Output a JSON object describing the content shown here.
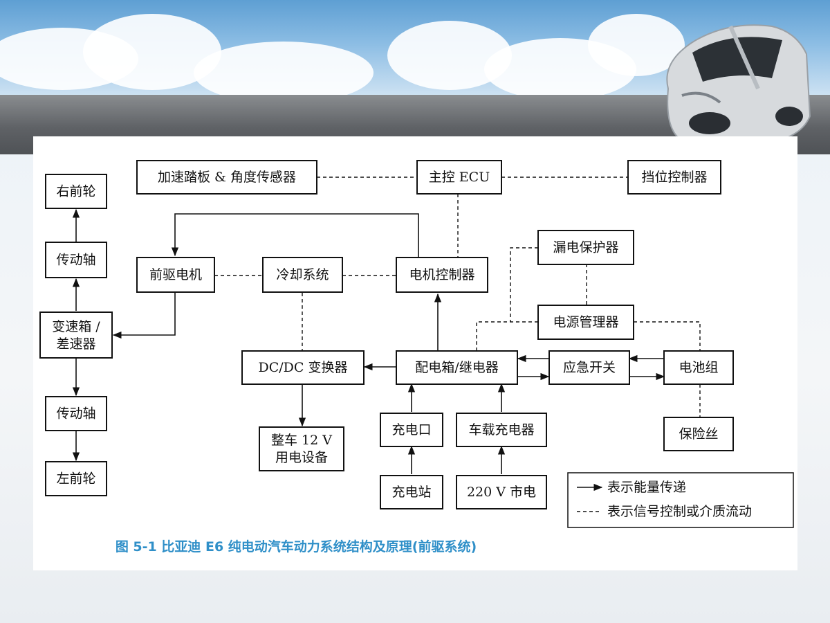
{
  "diagram": {
    "nodes": {
      "right_front_wheel": "右前轮",
      "drive_shaft_top": "传动轴",
      "gearbox_line1": "变速箱 /",
      "gearbox_line2": "差速器",
      "drive_shaft_bottom": "传动轴",
      "left_front_wheel": "左前轮",
      "accel_pedal": "加速踏板 & 角度传感器",
      "main_ecu": "主控 ECU",
      "gear_controller": "挡位控制器",
      "front_motor": "前驱电机",
      "cooling_system": "冷却系统",
      "motor_controller": "电机控制器",
      "leakage_protector": "漏电保护器",
      "power_manager": "电源管理器",
      "dcdc_converter": "DC/DC 变换器",
      "distribution_box": "配电箱/继电器",
      "emergency_switch": "应急开关",
      "battery_pack": "电池组",
      "vehicle_12v_line1": "整车 12 V",
      "vehicle_12v_line2": "用电设备",
      "charging_port": "充电口",
      "onboard_charger": "车载充电器",
      "fuse": "保险丝",
      "charging_station": "充电站",
      "mains_220v": "220 V 市电"
    },
    "legend": {
      "solid": "表示能量传递",
      "dashed": "表示信号控制或介质流动"
    },
    "caption": "图 5-1    比亚迪 E6 纯电动汽车动力系统结构及原理(前驱系统)"
  }
}
